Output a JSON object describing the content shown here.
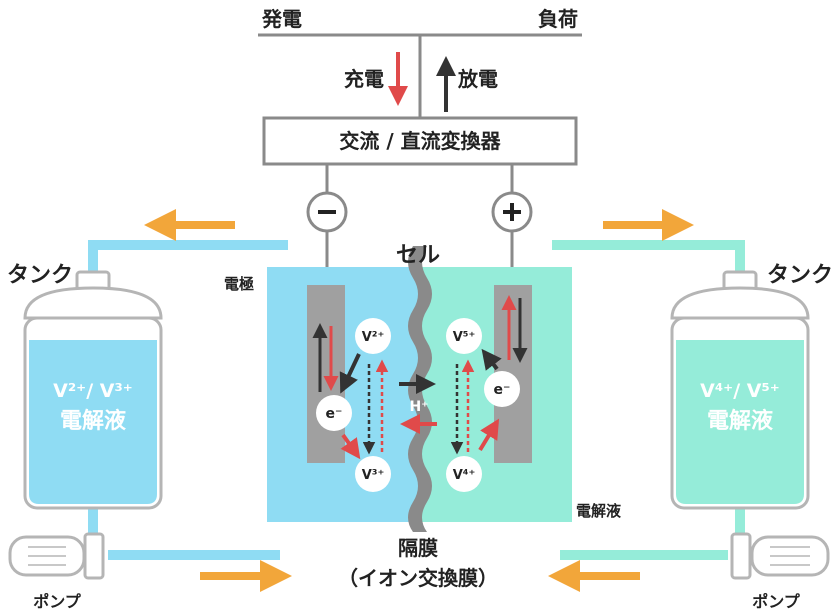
{
  "labels": {
    "generation": "発電",
    "load": "負荷",
    "charge": "充電",
    "discharge": "放電",
    "converter": "交流 / 直流変換器",
    "negative": "−",
    "positive": "+",
    "cell": "セル",
    "electrode": "電極",
    "tank_left": "タンク",
    "tank_right": "タンク",
    "electrolyte": "電解液",
    "membrane": "隔膜",
    "membrane_sub": "（イオン交換膜）",
    "pump_left": "ポンプ",
    "pump_right": "ポンプ"
  },
  "tanks": {
    "left": {
      "species": "V²⁺/ V³⁺",
      "label": "電解液"
    },
    "right": {
      "species": "V⁴⁺/ V⁵⁺",
      "label": "電解液"
    }
  },
  "ions": {
    "v2": "V²⁺",
    "v3": "V³⁺",
    "v4": "V⁴⁺",
    "v5": "V⁵⁺",
    "e_left": "e⁻",
    "e_right": "e⁻",
    "h": "H⁺"
  },
  "colors": {
    "negative_electrolyte": "#8fdcf3",
    "positive_electrolyte": "#95ecd9",
    "electrode": "#a0a0a0",
    "membrane": "#8a8a8a",
    "pump_arrow": "#f2a63a",
    "charge_arrow": "#e04a4a",
    "discharge_arrow": "#333333"
  }
}
